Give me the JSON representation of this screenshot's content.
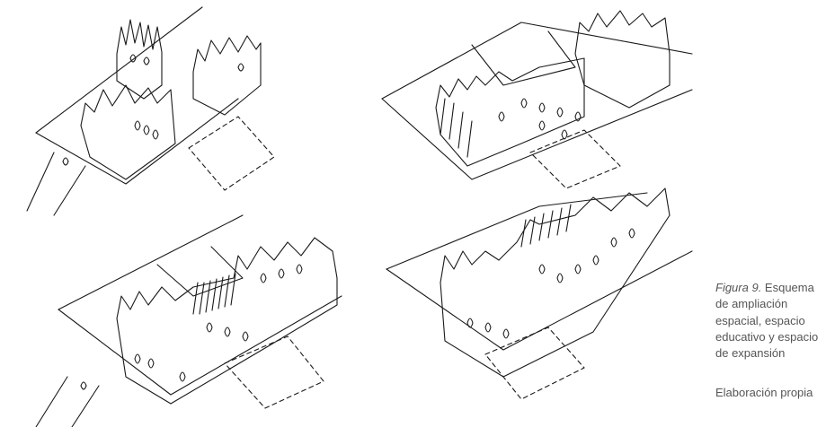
{
  "figure": {
    "label": "Figura 9.",
    "caption": " Esquema de ampliación espacial, espacio educativo y espacio de expansión",
    "source": "Elaboración propia"
  }
}
